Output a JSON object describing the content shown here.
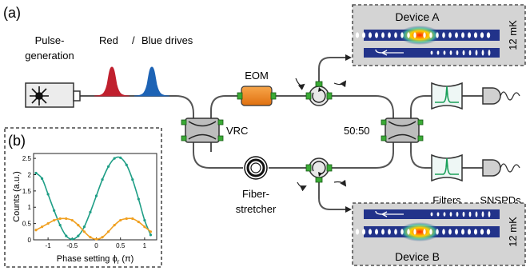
{
  "labels": {
    "panel_a": "(a)",
    "panel_b": "(b)",
    "pulse_line1": "Pulse-",
    "pulse_line2": "generation",
    "drives_red": "Red",
    "drives_sep": "/",
    "drives_blue": "Blue drives",
    "eom": "EOM",
    "vrc": "VRC",
    "fiber_line1": "Fiber-",
    "fiber_line2": "stretcher",
    "splitter": "50:50",
    "filters": "Filters",
    "snspds": "SNSPDs",
    "device_a": "Device A",
    "device_b": "Device B",
    "temp_a": "12 mK",
    "temp_b": "12 mK"
  },
  "colors": {
    "red_pulse": "#c0202e",
    "blue_pulse": "#1d63b5",
    "eom_fill": "#f28a1e",
    "connector": "#3aaa35",
    "filter_peak": "#1aa05a",
    "device_box": "#d4d4d4",
    "waveguide": "#22338a",
    "series_green": "#1f9e86",
    "series_orange": "#f0a020"
  },
  "chart_data": {
    "type": "line",
    "ylabel": "Counts (a.u.)",
    "xlabel": "Phase setting ϕ",
    "xlabel_sub": "r",
    "xlabel_unit": "(π)",
    "x_ticks": [
      -1,
      -0.5,
      0,
      0.5,
      1
    ],
    "y_ticks": [
      "0",
      "0.5",
      "1",
      "1.5",
      "2",
      "2.5"
    ],
    "xlim": [
      -1.3,
      1.25
    ],
    "ylim": [
      0,
      2.65
    ],
    "series": [
      {
        "color": "#1f9e86",
        "x": [
          -1.25,
          -1.125,
          -1.0,
          -0.875,
          -0.75,
          -0.625,
          -0.5,
          -0.375,
          -0.25,
          -0.125,
          0.0,
          0.125,
          0.25,
          0.375,
          0.5,
          0.625,
          0.75,
          0.875,
          1.0,
          1.125
        ],
        "values": [
          2.05,
          1.88,
          1.4,
          0.9,
          0.45,
          0.12,
          0.02,
          0.12,
          0.4,
          0.85,
          1.35,
          1.85,
          2.25,
          2.5,
          2.52,
          2.3,
          1.85,
          1.25,
          0.6,
          0.15
        ]
      },
      {
        "color": "#f0a020",
        "x": [
          -1.25,
          -1.125,
          -1.0,
          -0.875,
          -0.75,
          -0.625,
          -0.5,
          -0.375,
          -0.25,
          -0.125,
          0.0,
          0.125,
          0.25,
          0.375,
          0.5,
          0.625,
          0.75,
          0.875,
          1.0,
          1.125
        ],
        "values": [
          0.3,
          0.4,
          0.5,
          0.6,
          0.65,
          0.65,
          0.6,
          0.45,
          0.25,
          0.08,
          0.02,
          0.08,
          0.25,
          0.45,
          0.6,
          0.65,
          0.65,
          0.55,
          0.4,
          0.25
        ]
      }
    ]
  }
}
